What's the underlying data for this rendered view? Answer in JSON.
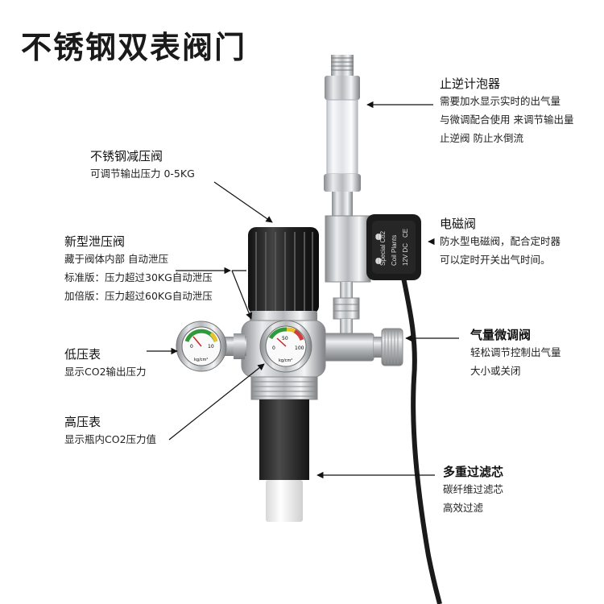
{
  "title": "不锈钢双表阀门",
  "callouts": {
    "bubbler": {
      "heading": "止逆计泡器",
      "lines": [
        "需要加水显示实时的出气量",
        "与微调配合使用 来调节输出量",
        "止逆阀 防止水倒流"
      ]
    },
    "reducer": {
      "heading": "不锈钢减压阀",
      "lines": [
        "可调节输出压力 0-5KG"
      ]
    },
    "relief": {
      "heading": "新型泄压阀",
      "lines": [
        "藏于阀体内部 自动泄压",
        "标准版：压力超过30KG自动泄压",
        "加倍版：压力超过60KG自动泄压"
      ]
    },
    "solenoid": {
      "heading": "电磁阀",
      "lines": [
        "防水型电磁阀，配合定时器",
        "可以定时开关出气时间。"
      ]
    },
    "needle": {
      "heading": "气量微调阀",
      "lines": [
        "轻松调节控制出气量",
        "大小或关闭"
      ]
    },
    "low_gauge": {
      "heading": "低压表",
      "lines": [
        "显示CO2输出压力"
      ]
    },
    "high_gauge": {
      "heading": "高压表",
      "lines": [
        "显示瓶内CO2压力值"
      ]
    },
    "filter": {
      "heading": "多重过滤芯",
      "lines": [
        "碳纤维过滤芯",
        "高效过滤"
      ]
    }
  },
  "solenoid_text": [
    "Special Co2",
    "Coil Plants",
    "12V DC",
    "CE"
  ],
  "gauge_text": {
    "low": {
      "ticks": [
        "0",
        "10"
      ],
      "unit": "kg/cm²"
    },
    "high": {
      "ticks": [
        "0",
        "50",
        "100"
      ],
      "unit": "kg/cm²"
    }
  }
}
